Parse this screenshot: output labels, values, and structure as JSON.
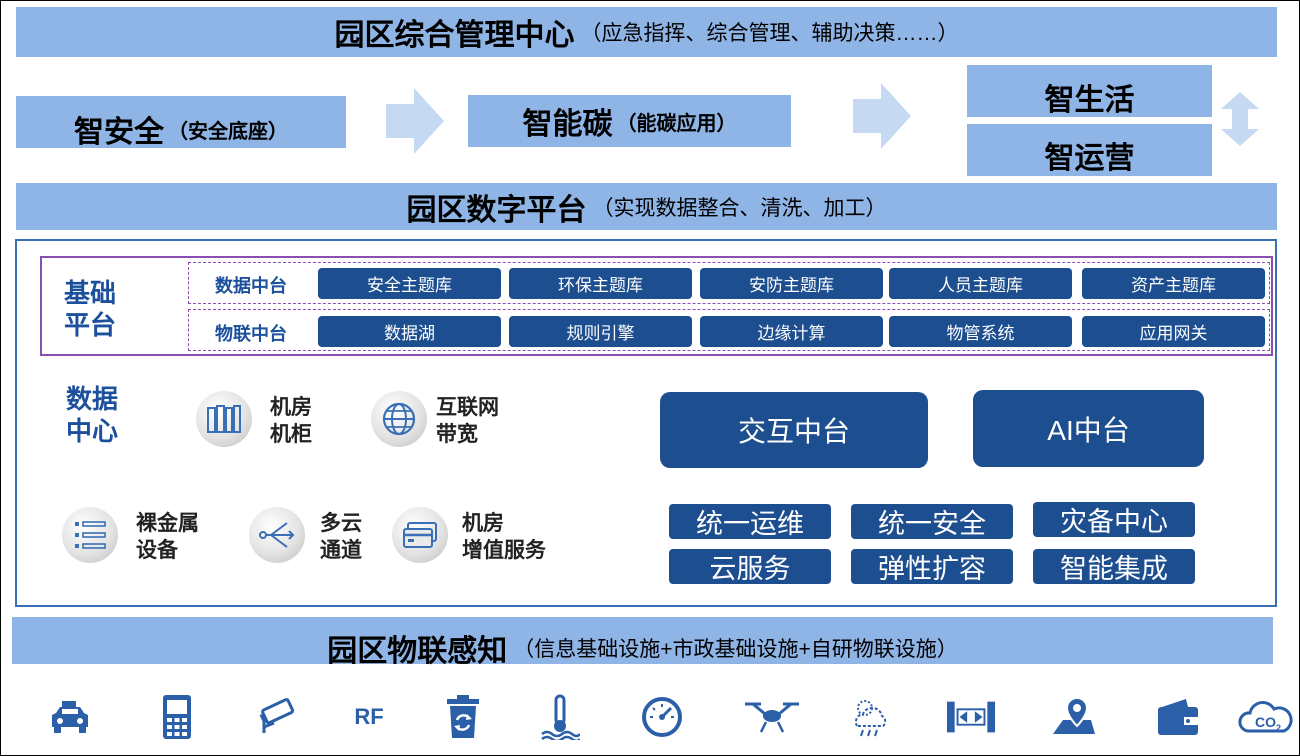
{
  "top": {
    "title": "园区综合管理中心",
    "subtitle": "（应急指挥、综合管理、辅助决策……）"
  },
  "apps": {
    "safety": {
      "title": "智安全",
      "subtitle": "（安全底座）"
    },
    "carbon": {
      "title": "智能碳",
      "subtitle": "（能碳应用）"
    },
    "life": "智生活",
    "ops": "智运营"
  },
  "digital_platform": {
    "title": "园区数字平台",
    "subtitle": "（实现数据整合、清洗、加工）"
  },
  "base_platform": {
    "label_line1": "基础",
    "label_line2": "平台",
    "data_row": {
      "label": "数据中台",
      "items": [
        "安全主题库",
        "环保主题库",
        "安防主题库",
        "人员主题库",
        "资产主题库"
      ]
    },
    "iot_row": {
      "label": "物联中台",
      "items": [
        "数据湖",
        "规则引擎",
        "边缘计算",
        "物管系统",
        "应用网关"
      ]
    }
  },
  "data_center": {
    "label_line1": "数据",
    "label_line2": "中心",
    "items": [
      {
        "line1": "机房",
        "line2": "机柜",
        "icon": "server-rack-icon"
      },
      {
        "line1": "互联网",
        "line2": "带宽",
        "icon": "globe-icon"
      },
      {
        "line1": "裸金属",
        "line2": "设备",
        "icon": "server-list-icon"
      },
      {
        "line1": "多云",
        "line2": "通道",
        "icon": "multi-cloud-arrow-icon"
      },
      {
        "line1": "机房",
        "line2": "增值服务",
        "icon": "card-icon"
      }
    ]
  },
  "middle": {
    "interaction": "交互中台",
    "ai": "AI中台"
  },
  "services": [
    "统一运维",
    "统一安全",
    "灾备中心",
    "云服务",
    "弹性扩容",
    "智能集成"
  ],
  "iot_sensing": {
    "title": "园区物联感知",
    "subtitle": "（信息基础设施+市政基础设施+自研物联设施）"
  },
  "sensors": {
    "rf_label": "RF",
    "co2_label": "CO",
    "co2_sub": "2"
  },
  "colors": {
    "band": "#8fb4e6",
    "dark_blue": "#1d4e8f",
    "label_blue": "#1c4f9c",
    "purple": "#8a4fb0"
  }
}
